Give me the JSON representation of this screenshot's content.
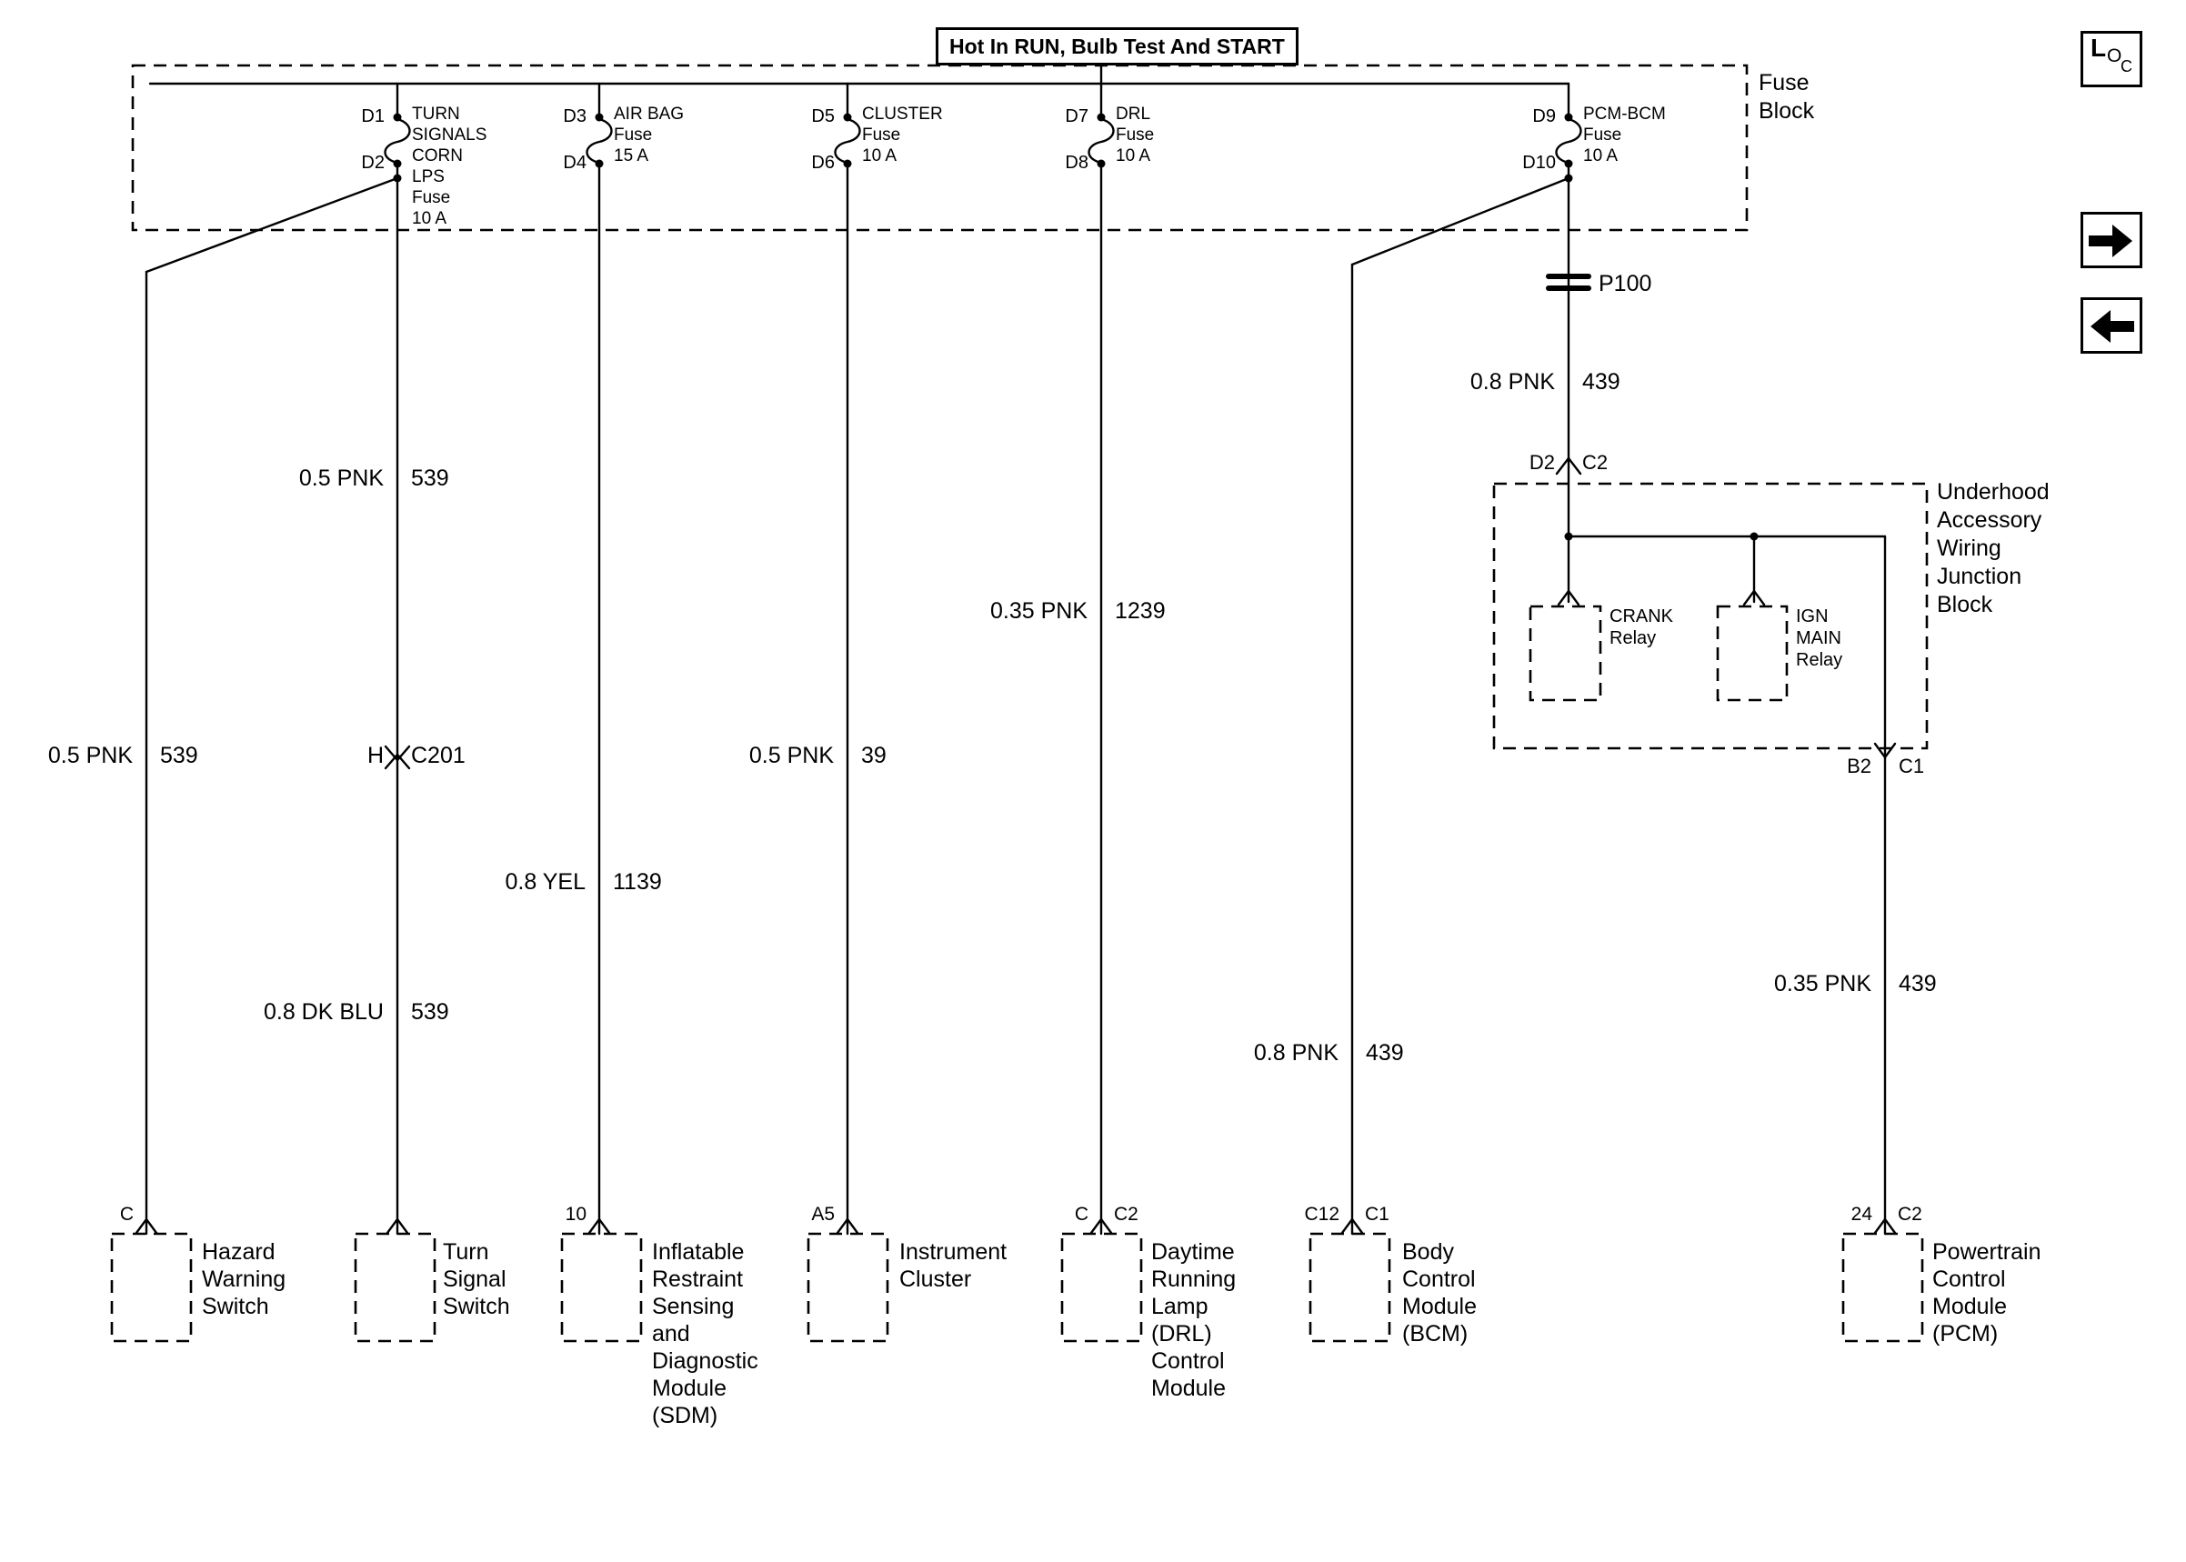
{
  "banner": {
    "text": "Hot In RUN, Bulb Test And START"
  },
  "fuse_block": {
    "label": "Fuse Block",
    "fuses": [
      {
        "top": "D1",
        "bottom": "D2",
        "name": "TURN SIGNALS CORN LPS",
        "type": "Fuse",
        "rating": "10 A"
      },
      {
        "top": "D3",
        "bottom": "D4",
        "name": "AIR BAG",
        "type": "Fuse",
        "rating": "15 A"
      },
      {
        "top": "D5",
        "bottom": "D6",
        "name": "CLUSTER",
        "type": "Fuse",
        "rating": "10 A"
      },
      {
        "top": "D7",
        "bottom": "D8",
        "name": "DRL",
        "type": "Fuse",
        "rating": "10 A"
      },
      {
        "top": "D9",
        "bottom": "D10",
        "name": "PCM-BCM",
        "type": "Fuse",
        "rating": "10 A"
      }
    ]
  },
  "wire_labels": {
    "hazard": {
      "spec": "0.5 PNK",
      "circuit": "539"
    },
    "turn_upper": {
      "spec": "0.5 PNK",
      "circuit": "539"
    },
    "turn_lower": {
      "spec": "0.8 DK BLU",
      "circuit": "539"
    },
    "sdm": {
      "spec": "0.8 YEL",
      "circuit": "1139"
    },
    "cluster": {
      "spec": "0.5 PNK",
      "circuit": "39"
    },
    "drl": {
      "spec": "0.35 PNK",
      "circuit": "1239"
    },
    "pcm_upper": {
      "spec": "0.8 PNK",
      "circuit": "439"
    },
    "bcm": {
      "spec": "0.8 PNK",
      "circuit": "439"
    },
    "pcm_lower": {
      "spec": "0.35 PNK",
      "circuit": "439"
    }
  },
  "connectors": {
    "c201": {
      "left": "H",
      "right": "C201"
    },
    "p100": "P100",
    "d2_c2": {
      "left": "D2",
      "right": "C2"
    },
    "b2_c1": {
      "left": "B2",
      "right": "C1"
    }
  },
  "junction_block": {
    "label": "Underhood Accessory Wiring Junction Block",
    "crank_relay": "CRANK Relay",
    "ign_main_relay": "IGN MAIN Relay"
  },
  "components": {
    "hazard": {
      "terminal": "C",
      "name": "Hazard Warning Switch"
    },
    "turn": {
      "name": "Turn Signal Switch"
    },
    "sdm": {
      "terminal": "10",
      "name": "Inflatable Restraint Sensing and Diagnostic Module (SDM)"
    },
    "cluster": {
      "terminal": "A5",
      "name": "Instrument Cluster"
    },
    "drl": {
      "terminal": "C",
      "connector": "C2",
      "name": "Daytime Running Lamp (DRL) Control Module"
    },
    "bcm": {
      "terminal": "C12",
      "connector": "C1",
      "name": "Body Control Module (BCM)"
    },
    "pcm": {
      "terminal": "24",
      "connector": "C2",
      "name": "Powertrain Control Module (PCM)"
    }
  },
  "nav": {
    "loc": {
      "l": "L",
      "o": "O",
      "c": "C"
    },
    "icons": {
      "next": "arrow-right",
      "prev": "arrow-left"
    }
  },
  "colors": {
    "line": "#000000",
    "background": "#ffffff"
  }
}
